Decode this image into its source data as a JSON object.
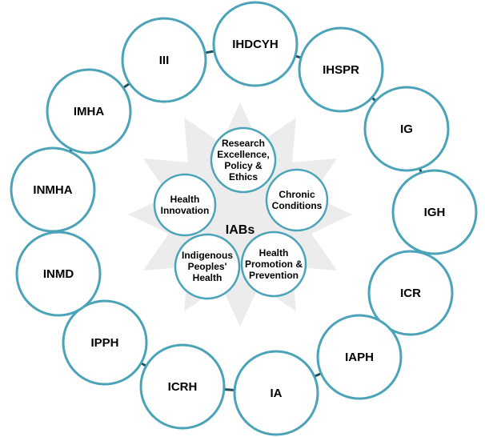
{
  "center_label": "IABs",
  "inner_nodes": [
    {
      "id": "research",
      "lines": [
        "Research",
        "Excellence,",
        "Policy &",
        "Ethics"
      ]
    },
    {
      "id": "chronic",
      "lines": [
        "Chronic",
        "Conditions"
      ]
    },
    {
      "id": "promotion",
      "lines": [
        "Health",
        "Promotion &",
        "Prevention"
      ]
    },
    {
      "id": "indigenous",
      "lines": [
        "Indigenous",
        "Peoples'",
        "Health"
      ]
    },
    {
      "id": "innovation",
      "lines": [
        "Health",
        "Innovation"
      ]
    }
  ],
  "outer_nodes": [
    {
      "id": "ihdcyh",
      "label": "IHDCYH"
    },
    {
      "id": "ihspr",
      "label": "IHSPR"
    },
    {
      "id": "ig",
      "label": "IG"
    },
    {
      "id": "igh",
      "label": "IGH"
    },
    {
      "id": "icr",
      "label": "ICR"
    },
    {
      "id": "iaph",
      "label": "IAPH"
    },
    {
      "id": "ia",
      "label": "IA"
    },
    {
      "id": "icrh",
      "label": "ICRH"
    },
    {
      "id": "ipph",
      "label": "IPPH"
    },
    {
      "id": "inmd",
      "label": "INMD"
    },
    {
      "id": "inmha",
      "label": "INMHA"
    },
    {
      "id": "imha",
      "label": "IMHA"
    },
    {
      "id": "iii",
      "label": "III"
    }
  ],
  "colors": {
    "circle_stroke": "#4aa3b8",
    "connector": "#1f4e5c",
    "star": "#ececec"
  }
}
